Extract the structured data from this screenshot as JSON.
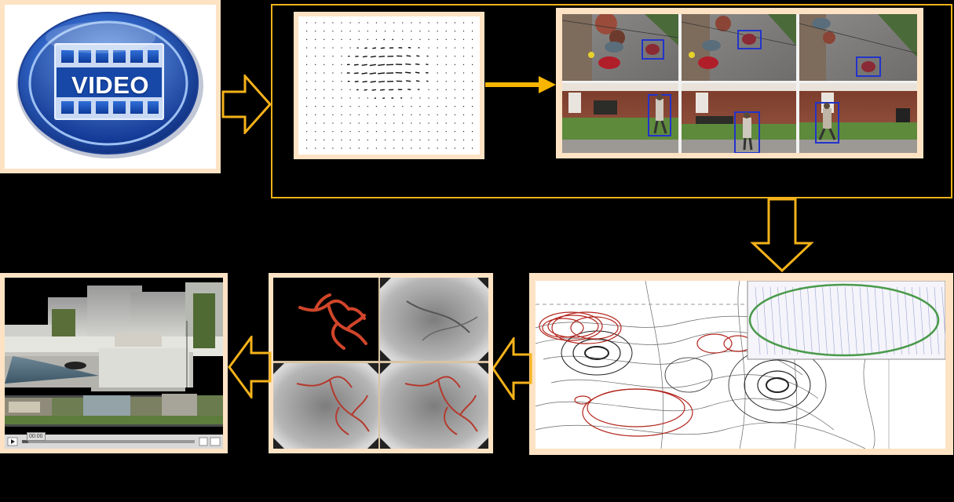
{
  "video_icon": {
    "label": "VIDEO"
  },
  "panorama": {
    "timecode": "00:00"
  },
  "colors": {
    "frame_fill": "#fde3c4",
    "arrow_stroke": "#f5b21a",
    "solid_arrow": "#f7b500",
    "box_outline": "#f5b21a",
    "detection_box": "#2233cc",
    "vessel_red": "#d0452a",
    "contour_green": "#4a9a4a",
    "contour_red": "#b3261e"
  },
  "icons": [
    "hollow-arrow-right",
    "hollow-arrow-down",
    "hollow-arrow-left",
    "solid-arrow-right",
    "play-icon",
    "fullscreen-icon"
  ]
}
